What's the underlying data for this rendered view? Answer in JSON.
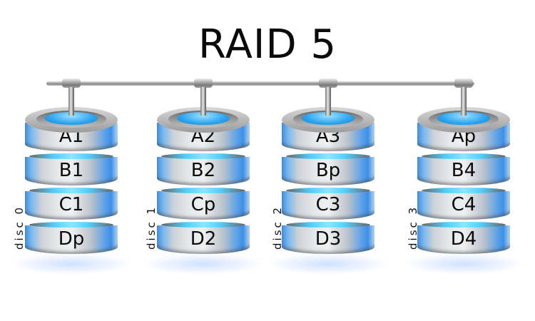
{
  "title": "RAID 5",
  "colors": {
    "accent_blue": "#3b8fe8",
    "hub_blue": "#2aa4f0",
    "platter_silver": "#e6e8ea",
    "text": "#0b0b0b"
  },
  "discs": [
    {
      "label": "disc 0",
      "blocks": [
        "A1",
        "B1",
        "C1",
        "Dp"
      ]
    },
    {
      "label": "disc 1",
      "blocks": [
        "A2",
        "B2",
        "Cp",
        "D2"
      ]
    },
    {
      "label": "disc 2",
      "blocks": [
        "A3",
        "Bp",
        "C3",
        "D3"
      ]
    },
    {
      "label": "disc 3",
      "blocks": [
        "Ap",
        "B4",
        "C4",
        "D4"
      ]
    }
  ]
}
